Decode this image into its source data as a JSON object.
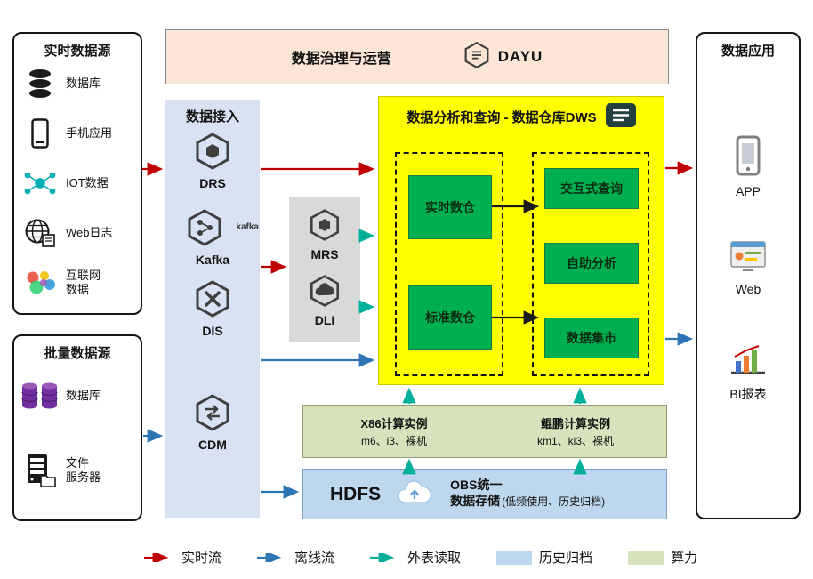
{
  "colors": {
    "realtime_flow": "#C00000",
    "offline_flow": "#2E75B6",
    "external_read": "#00B09B",
    "history_archive": "#BDD7EE",
    "compute_power": "#D6E3BC",
    "dws_bg": "#FFFF00",
    "green_box": "#00B050",
    "ingest_bg": "#D9E2F3",
    "governance_bg": "#FBE5D6",
    "gray_box": "#D9D9D9"
  },
  "governance": {
    "title": "数据治理与运营",
    "logo_text": "DAYU",
    "logo_icon": "dayu-hexagon-icon"
  },
  "realtime_sources": {
    "title": "实时数据源",
    "items": [
      {
        "label": "数据库",
        "icon": "database-icon"
      },
      {
        "label": "手机应用",
        "icon": "mobile-phone-icon"
      },
      {
        "label": "IOT数据",
        "icon": "iot-icon"
      },
      {
        "label": "Web日志",
        "icon": "web-log-icon"
      },
      {
        "label": "互联网\n数据",
        "icon": "internet-data-icon"
      }
    ]
  },
  "batch_sources": {
    "title": "批量数据源",
    "items": [
      {
        "label": "数据库",
        "icon": "database-purple-icon"
      },
      {
        "label": "文件\n服务器",
        "icon": "file-server-icon"
      }
    ]
  },
  "ingestion": {
    "title": "数据接入",
    "services": [
      {
        "name": "DRS",
        "icon": "drs-hexagon-icon"
      },
      {
        "name": "Kafka",
        "icon": "kafka-hexagon-icon",
        "badge": "kafka"
      },
      {
        "name": "DIS",
        "icon": "dis-hexagon-icon"
      },
      {
        "name": "CDM",
        "icon": "cdm-hexagon-icon"
      }
    ]
  },
  "processing": {
    "services": [
      {
        "name": "MRS",
        "icon": "mrs-hexagon-icon"
      },
      {
        "name": "DLI",
        "icon": "dli-hexagon-icon"
      }
    ]
  },
  "dws": {
    "title": "数据分析和查询 - 数据仓库DWS",
    "title_icon": "report-icon",
    "warehouses": [
      {
        "label": "实时数仓"
      },
      {
        "label": "标准数仓"
      }
    ],
    "services": [
      {
        "label": "交互式查询"
      },
      {
        "label": "自助分析"
      },
      {
        "label": "数据集市"
      }
    ]
  },
  "compute": {
    "x86": {
      "title": "X86计算实例",
      "detail": "m6、i3、裸机"
    },
    "kunpeng": {
      "title": "鲲鹏计算实例",
      "detail": "km1、ki3、裸机"
    }
  },
  "storage": {
    "hdfs_label": "HDFS",
    "obs_icon": "cloud-icon",
    "obs_line1": "OBS统一",
    "obs_line2": "数据存储",
    "obs_note": "(低频使用、历史归档)"
  },
  "applications": {
    "title": "数据应用",
    "items": [
      {
        "label": "APP",
        "icon": "app-phone-icon"
      },
      {
        "label": "Web",
        "icon": "web-browser-icon"
      },
      {
        "label": "BI报表",
        "icon": "bi-report-icon"
      }
    ]
  },
  "legend": {
    "items": [
      {
        "label": "实时流",
        "type": "arrow",
        "color": "#C00000"
      },
      {
        "label": "离线流",
        "type": "arrow",
        "color": "#2E75B6"
      },
      {
        "label": "外表读取",
        "type": "arrow",
        "color": "#00B09B"
      },
      {
        "label": "历史归档",
        "type": "swatch",
        "color": "#BDD7EE"
      },
      {
        "label": "算力",
        "type": "swatch",
        "color": "#D6E3BC"
      }
    ]
  }
}
